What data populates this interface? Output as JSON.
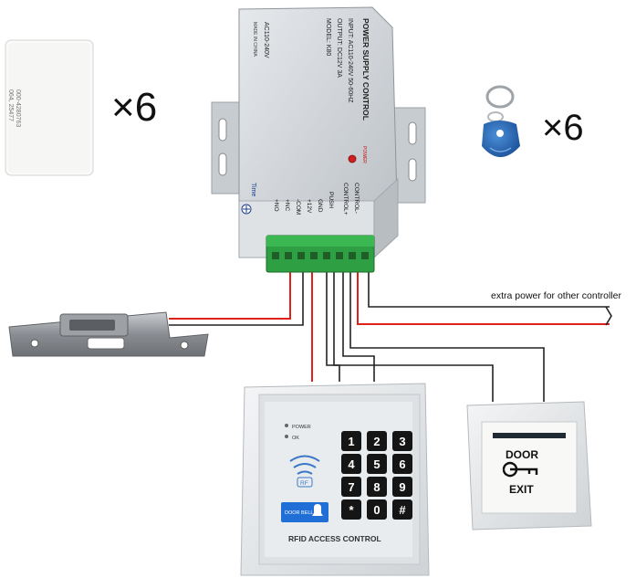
{
  "card": {
    "print_line1": "000-4280763",
    "print_line2": "064, 25477",
    "quantity_label": "×6"
  },
  "keyfob": {
    "quantity_label": "×6"
  },
  "power_supply": {
    "title": "POWER SUPPLY CONTROL",
    "spec_input": "INPUT: AC110-240V  50-60HZ",
    "spec_output": "OUTPUT: DC12V  3A",
    "spec_model": "MODEL: K80",
    "side_text": "AC110-240V",
    "made_in": "MADE IN CHINA",
    "power_led_label": "POWER",
    "time_label": "Time",
    "terminal_labels": [
      "+NO",
      "+NC",
      "-COM",
      "+12V",
      "GND",
      "PUSH",
      "CONTROL-",
      "CONTROL+"
    ]
  },
  "wiring": {
    "extra_power_label": "extra power for other controller"
  },
  "keypad": {
    "indicator_power": "POWER",
    "indicator_ok": "OK",
    "keys": [
      "1",
      "2",
      "3",
      "4",
      "5",
      "6",
      "7",
      "8",
      "9",
      "*",
      "0",
      "#"
    ],
    "rf_badge": "RF",
    "doorbell_label": "DOOR BELL",
    "footer_label": "RFID ACCESS CONTROL"
  },
  "exit_button": {
    "door_label": "DOOR",
    "exit_label": "EXIT"
  },
  "colors": {
    "power_wire": "#e0201a",
    "signal_wire": "#222222",
    "terminal_green": "#2ea043",
    "keypad_badge_blue": "#1f6fd6",
    "key_black": "#151515"
  }
}
